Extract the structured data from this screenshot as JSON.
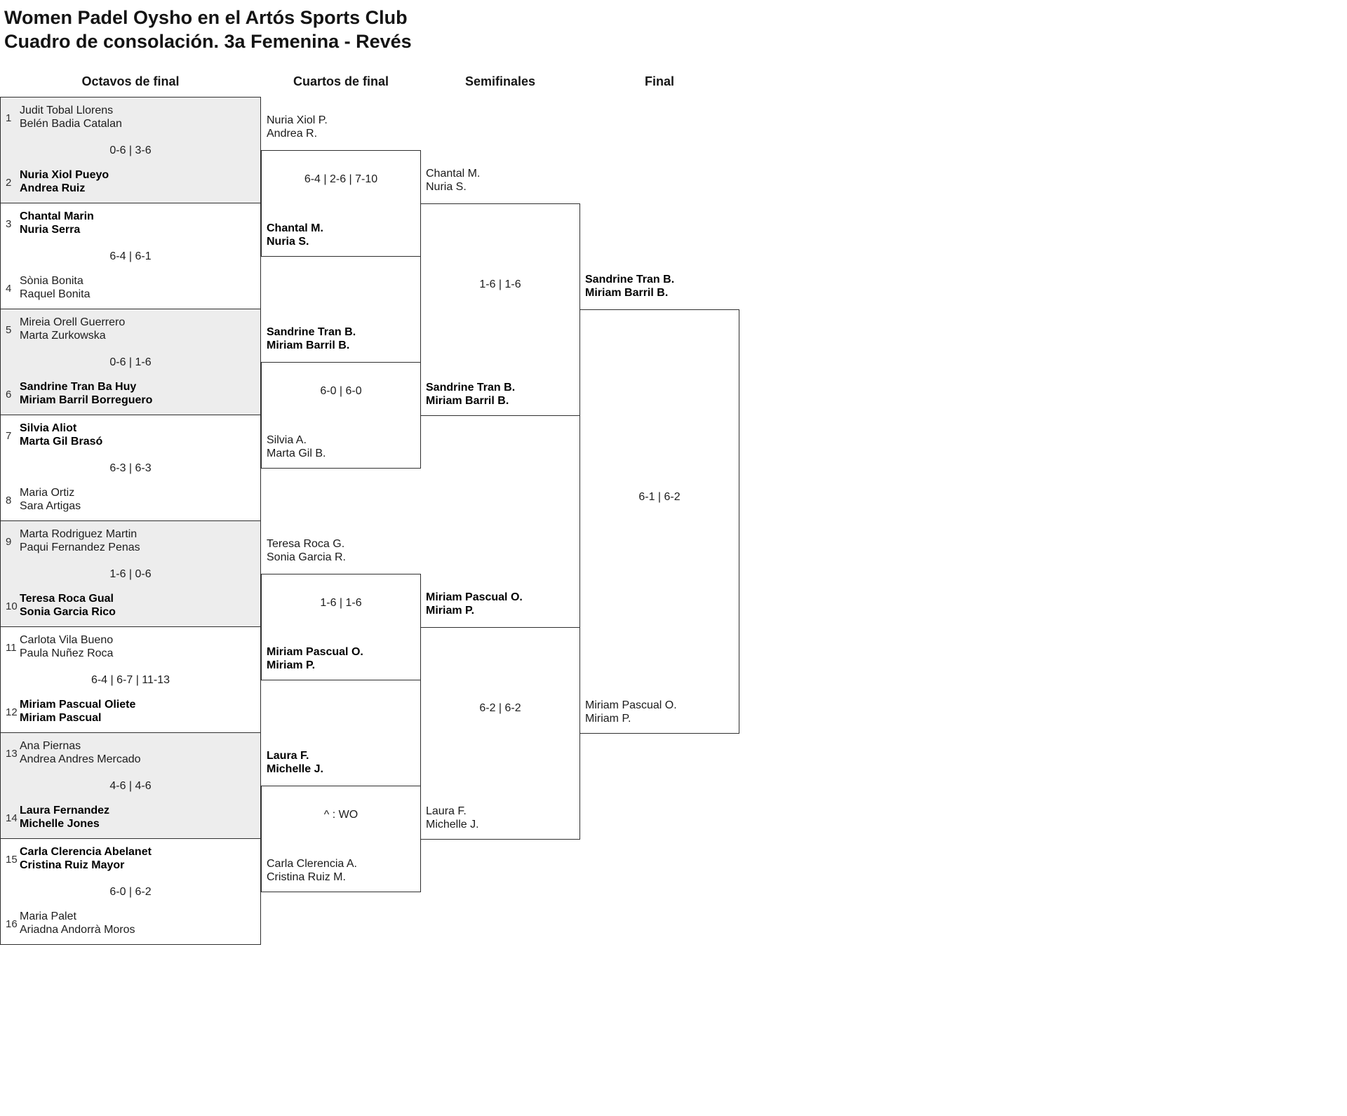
{
  "title": {
    "line1": "Women Padel Oysho en el Artós Sports Club",
    "line2": "Cuadro de consolación. 3a Femenina - Revés"
  },
  "columns": [
    "Octavos de final",
    "Cuartos de final",
    "Semifinales",
    "Final"
  ],
  "colors": {
    "shaded_box": "#ededed",
    "border": "#2f2f2f",
    "background": "#ffffff"
  },
  "bracket": {
    "octavos": [
      {
        "seed_a": "1",
        "team_a": {
          "p1": "Judit Tobal Llorens",
          "p2": "Belén Badia Catalan",
          "winner": false
        },
        "seed_b": "2",
        "team_b": {
          "p1": "Nuria Xiol Pueyo",
          "p2": "Andrea Ruiz",
          "winner": true
        },
        "score": "0-6 | 3-6"
      },
      {
        "seed_a": "3",
        "team_a": {
          "p1": "Chantal Marin",
          "p2": "Nuria Serra",
          "winner": true
        },
        "seed_b": "4",
        "team_b": {
          "p1": "Sònia Bonita",
          "p2": "Raquel Bonita",
          "winner": false
        },
        "score": "6-4 | 6-1"
      },
      {
        "seed_a": "5",
        "team_a": {
          "p1": "Mireia Orell Guerrero",
          "p2": "Marta Zurkowska",
          "winner": false
        },
        "seed_b": "6",
        "team_b": {
          "p1": "Sandrine Tran Ba Huy",
          "p2": "Miriam Barril Borreguero",
          "winner": true
        },
        "score": "0-6 | 1-6"
      },
      {
        "seed_a": "7",
        "team_a": {
          "p1": "Silvia Aliot",
          "p2": "Marta Gil Brasó",
          "winner": true
        },
        "seed_b": "8",
        "team_b": {
          "p1": "Maria Ortiz",
          "p2": "Sara Artigas",
          "winner": false
        },
        "score": "6-3 | 6-3"
      },
      {
        "seed_a": "9",
        "team_a": {
          "p1": "Marta Rodriguez Martin",
          "p2": "Paqui Fernandez Penas",
          "winner": false
        },
        "seed_b": "10",
        "team_b": {
          "p1": "Teresa Roca Gual",
          "p2": "Sonia Garcia Rico",
          "winner": true
        },
        "score": "1-6 | 0-6"
      },
      {
        "seed_a": "11",
        "team_a": {
          "p1": "Carlota Vila Bueno",
          "p2": "Paula Nuñez Roca",
          "winner": false
        },
        "seed_b": "12",
        "team_b": {
          "p1": "Miriam Pascual Oliete",
          "p2": "Miriam Pascual",
          "winner": true
        },
        "score": "6-4 | 6-7 | 11-13"
      },
      {
        "seed_a": "13",
        "team_a": {
          "p1": "Ana Piernas",
          "p2": "Andrea Andres Mercado",
          "winner": false
        },
        "seed_b": "14",
        "team_b": {
          "p1": "Laura Fernandez",
          "p2": "Michelle Jones",
          "winner": true
        },
        "score": "4-6 | 4-6"
      },
      {
        "seed_a": "15",
        "team_a": {
          "p1": "Carla Clerencia Abelanet",
          "p2": "Cristina Ruiz Mayor",
          "winner": true
        },
        "seed_b": "16",
        "team_b": {
          "p1": "Maria Palet",
          "p2": "Ariadna Andorrà Moros",
          "winner": false
        },
        "score": "6-0 | 6-2"
      }
    ],
    "cuartos": [
      {
        "team_a": {
          "p1": "Nuria Xiol P.",
          "p2": "Andrea R.",
          "winner": false
        },
        "team_b": {
          "p1": "Chantal M.",
          "p2": "Nuria S.",
          "winner": true
        },
        "score": "6-4 | 2-6 | 7-10"
      },
      {
        "team_a": {
          "p1": "Sandrine Tran B.",
          "p2": "Miriam Barril B.",
          "winner": true
        },
        "team_b": {
          "p1": "Silvia A.",
          "p2": "Marta Gil B.",
          "winner": false
        },
        "score": "6-0 | 6-0"
      },
      {
        "team_a": {
          "p1": "Teresa Roca G.",
          "p2": "Sonia Garcia R.",
          "winner": false
        },
        "team_b": {
          "p1": "Miriam Pascual O.",
          "p2": "Miriam P.",
          "winner": true
        },
        "score": "1-6 | 1-6"
      },
      {
        "team_a": {
          "p1": "Laura F.",
          "p2": "Michelle J.",
          "winner": true
        },
        "team_b": {
          "p1": "Carla Clerencia A.",
          "p2": "Cristina Ruiz M.",
          "winner": false
        },
        "score": "^ : WO"
      }
    ],
    "semifinales": [
      {
        "team_a": {
          "p1": "Chantal M.",
          "p2": "Nuria S.",
          "winner": false
        },
        "team_b": {
          "p1": "Sandrine Tran B.",
          "p2": "Miriam Barril B.",
          "winner": true
        },
        "score": "1-6 | 1-6"
      },
      {
        "team_a": {
          "p1": "Miriam Pascual O.",
          "p2": "Miriam P.",
          "winner": true
        },
        "team_b": {
          "p1": "Laura F.",
          "p2": "Michelle J.",
          "winner": false
        },
        "score": "6-2 | 6-2"
      }
    ],
    "final": {
      "team_a": {
        "p1": "Sandrine Tran B.",
        "p2": "Miriam Barril B.",
        "winner": true
      },
      "team_b": {
        "p1": "Miriam Pascual O.",
        "p2": "Miriam P.",
        "winner": false
      },
      "score": "6-1 | 6-2"
    }
  }
}
